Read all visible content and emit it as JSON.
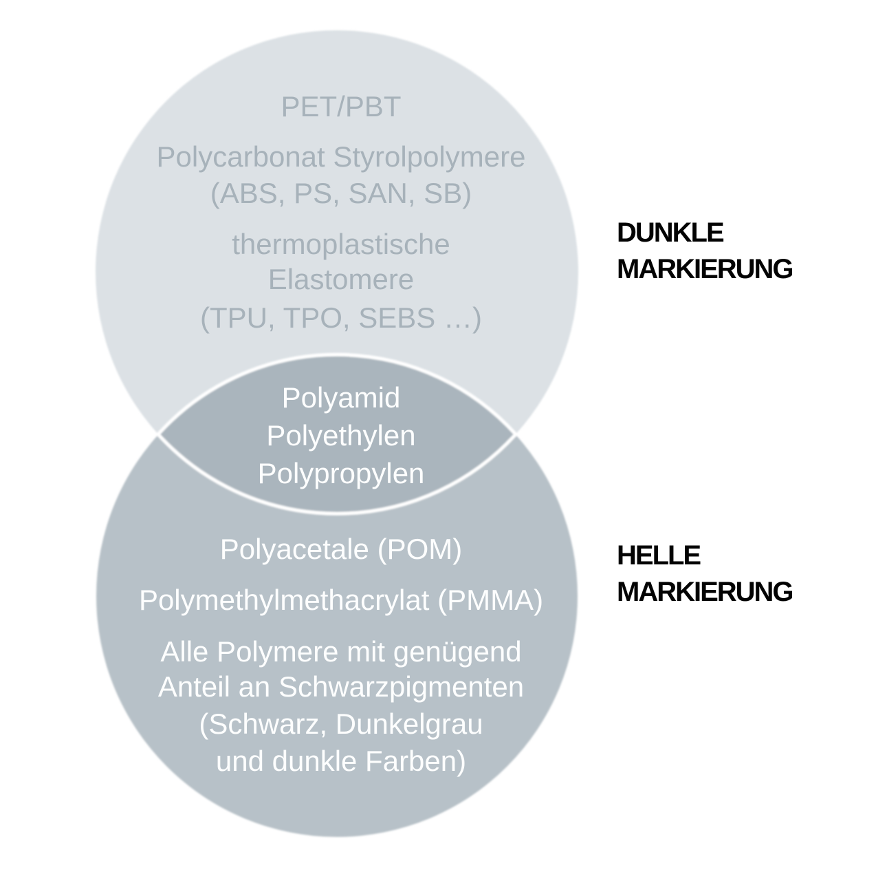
{
  "diagram": {
    "colors": {
      "top_circle_fill": "#dce1e5",
      "bottom_circle_fill": "#b7c1c8",
      "intersection_fill": "#aab5bd",
      "outline": "#ffffff",
      "top_circle_text": "#a7b2ba",
      "light_text": "#fdfefe",
      "label_text": "#030303",
      "background": "#ffffff"
    },
    "top_circle": {
      "lines": [
        "PET/PBT",
        "Polycarbonat Styrolpolymere",
        "(ABS, PS, SAN, SB)",
        "thermoplastische",
        "Elastomere",
        "(TPU, TPO, SEBS …)"
      ]
    },
    "intersection": {
      "lines": [
        "Polyamid",
        "Polyethylen",
        "Polypropylen"
      ]
    },
    "bottom_circle": {
      "lines": [
        "Polyacetale (POM)",
        "Polymethylmethacrylat (PMMA)",
        "Alle Polymere mit genügend",
        "Anteil an Schwarzpigmenten",
        "(Schwarz, Dunkelgrau",
        "und dunkle Farben)"
      ]
    },
    "right_labels": {
      "dark": {
        "line1": "DUNKLE",
        "line2": "MARKIERUNG"
      },
      "light": {
        "line1": "HELLE",
        "line2": "MARKIERUNG"
      }
    }
  }
}
